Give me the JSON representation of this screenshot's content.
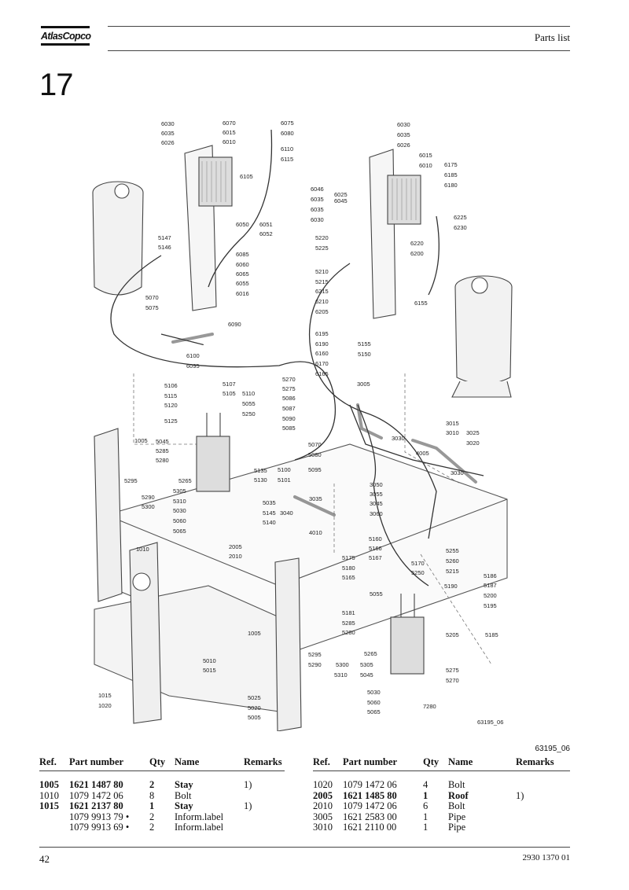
{
  "header": {
    "brand": "AtlasCopco",
    "title": "Parts list"
  },
  "section_number": "17",
  "figure_ref": "63195_06",
  "callouts": {
    "a": [
      "6030",
      "6035",
      "6026",
      "6070",
      "6075",
      "6015",
      "6080",
      "6010",
      "6110",
      "6115",
      "6105"
    ],
    "b": [
      "6030",
      "6035",
      "6026",
      "6015",
      "6010",
      "6175",
      "6185",
      "6180",
      "6046",
      "6035",
      "6025",
      "6045",
      "6035",
      "6030",
      "6225",
      "6230"
    ],
    "c": [
      "6050",
      "6051",
      "6052",
      "5147",
      "5146",
      "6085",
      "6060",
      "6065",
      "6055",
      "6016",
      "5070",
      "5075",
      "6090",
      "6100",
      "6095"
    ],
    "d": [
      "5220",
      "5225",
      "5210",
      "5215",
      "6215",
      "6210",
      "6205",
      "6195",
      "6190",
      "6160",
      "6170",
      "6165",
      "5155",
      "5150",
      "6220",
      "6200",
      "6155"
    ],
    "e": [
      "5106",
      "5107",
      "5115",
      "5105",
      "5110",
      "5120",
      "5055",
      "5250",
      "5270",
      "5275",
      "5086",
      "5087",
      "5090",
      "5085",
      "5125",
      "5045",
      "1005",
      "5285",
      "5280",
      "5070",
      "5080",
      "5295",
      "5265",
      "5095",
      "5135",
      "5130",
      "5100",
      "5101",
      "5305",
      "5290",
      "5310",
      "5300",
      "5030",
      "5060",
      "5065",
      "5035",
      "5145",
      "5140",
      "3040",
      "3035",
      "4010"
    ],
    "f": [
      "3005",
      "3015",
      "3010",
      "3025",
      "3020",
      "3030",
      "4005",
      "3030",
      "3050",
      "3055",
      "3045",
      "3060",
      "5160",
      "5166",
      "5167",
      "5175",
      "5180",
      "5165",
      "5170",
      "5255",
      "5260",
      "5215",
      "5250",
      "5186",
      "5187",
      "5190",
      "5200",
      "5195",
      "5185",
      "5205",
      "5055",
      "5181",
      "5285",
      "5280",
      "5265",
      "5295",
      "5290",
      "5300",
      "5305",
      "5310",
      "5045",
      "5275",
      "5270",
      "5030",
      "5060",
      "5065",
      "7280",
      "63195_06"
    ],
    "g": [
      "1010",
      "2005",
      "2010",
      "1005",
      "5010",
      "5015",
      "5025",
      "5020",
      "5005",
      "1015",
      "1020"
    ]
  },
  "parts_table": {
    "headers": {
      "ref": "Ref.",
      "part": "Part number",
      "qty": "Qty",
      "name": "Name",
      "remarks": "Remarks"
    },
    "left": [
      {
        "ref": "1005",
        "part": "1621 1487 80",
        "qty": "2",
        "name": "Stay",
        "remarks": "1)",
        "bold": true
      },
      {
        "ref": "1010",
        "part": "1079 1472 06",
        "qty": "8",
        "name": "Bolt",
        "remarks": "",
        "bold": false
      },
      {
        "ref": "1015",
        "part": "1621 2137 80",
        "qty": "1",
        "name": "Stay",
        "remarks": "1)",
        "bold": true
      },
      {
        "ref": "",
        "part": "1079 9913 79 •",
        "qty": "2",
        "name": "Inform.label",
        "remarks": "",
        "bold": false
      },
      {
        "ref": "",
        "part": "1079 9913 69 •",
        "qty": "2",
        "name": "Inform.label",
        "remarks": "",
        "bold": false
      }
    ],
    "right": [
      {
        "ref": "1020",
        "part": "1079 1472 06",
        "qty": "4",
        "name": "Bolt",
        "remarks": "",
        "bold": false
      },
      {
        "ref": "2005",
        "part": "1621 1485 80",
        "qty": "1",
        "name": "Roof",
        "remarks": "1)",
        "bold": true
      },
      {
        "ref": "2010",
        "part": "1079 1472 06",
        "qty": "6",
        "name": "Bolt",
        "remarks": "",
        "bold": false
      },
      {
        "ref": "3005",
        "part": "1621 2583 00",
        "qty": "1",
        "name": "Pipe",
        "remarks": "",
        "bold": false
      },
      {
        "ref": "3010",
        "part": "1621 2110 00",
        "qty": "1",
        "name": "Pipe",
        "remarks": "",
        "bold": false
      }
    ]
  },
  "footer": {
    "page_number": "42",
    "doc_code": "2930 1370 01"
  }
}
